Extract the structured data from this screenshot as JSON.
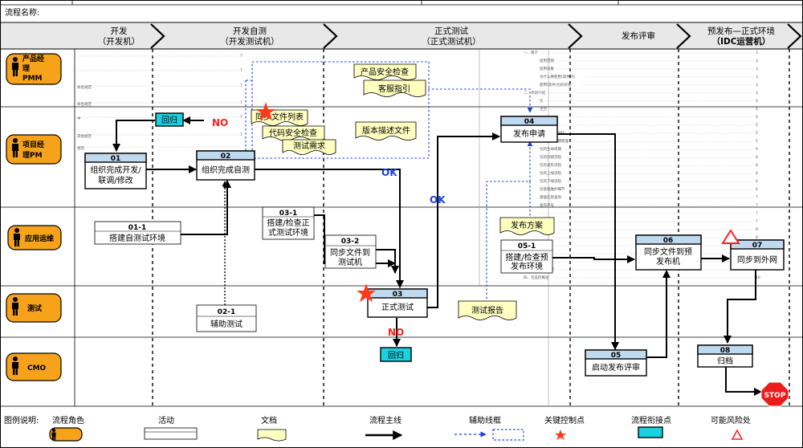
{
  "title_label": "流程名称:",
  "phases": [
    {
      "line1": "开发",
      "line2": "（开发机）"
    },
    {
      "line1": "开发自测",
      "line2": "（开发测试机）"
    },
    {
      "line1": "正式测试",
      "line2": "（正式测试机）"
    },
    {
      "line1": "发布评审",
      "line2": ""
    },
    {
      "line1": "预发布—正式环境",
      "line2": "（IDC运营机）"
    }
  ],
  "roles": [
    {
      "l1": "产品经",
      "l2": "理",
      "l3": "PMM"
    },
    {
      "l1": "项目经",
      "l2": "理PM",
      "l3": ""
    },
    {
      "l1": "应用运维",
      "l2": "",
      "l3": ""
    },
    {
      "l1": "测试",
      "l2": "",
      "l3": ""
    },
    {
      "l1": "CMO",
      "l2": "",
      "l3": ""
    }
  ],
  "activities": {
    "a01": {
      "num": "01",
      "l1": "组织完成开发/",
      "l2": "联调/修改"
    },
    "a02": {
      "num": "02",
      "l1": "组织完成自测",
      "l2": ""
    },
    "a03": {
      "num": "03",
      "l1": "正式测试",
      "l2": ""
    },
    "a04": {
      "num": "04",
      "l1": "发布申请",
      "l2": ""
    },
    "a05": {
      "num": "05",
      "l1": "启动发布评审",
      "l2": ""
    },
    "a06": {
      "num": "06",
      "l1": "同步文件到预",
      "l2": "发布机"
    },
    "a07": {
      "num": "07",
      "l1": "同步到外网",
      "l2": ""
    },
    "a08": {
      "num": "08",
      "l1": "归档",
      "l2": ""
    },
    "a011": {
      "num": "01-1",
      "l1": "搭建自测试环境",
      "l2": "",
      "l3": ""
    },
    "a021": {
      "num": "02-1",
      "l1": "辅助测试",
      "l2": "",
      "l3": ""
    },
    "a031": {
      "num": "03-1",
      "l1": "搭建/检查正",
      "l2": "式测试环境",
      "l3": ""
    },
    "a032": {
      "num": "03-2",
      "l1": "同步文件到",
      "l2": "测试机",
      "l3": ""
    },
    "a051": {
      "num": "05-1",
      "l1": "搭建/检查预",
      "l2": "发布环境",
      "l3": ""
    }
  },
  "docs": {
    "d1": "产品安全检查",
    "d2": "客服指引",
    "d3": "同步文件列表",
    "d4": "代码安全检查",
    "d5": "测试需求",
    "d6": "版本描述文件",
    "d7": "发布方案",
    "d8": "测试报告"
  },
  "connectors": {
    "c1": "回归",
    "c2": "回归"
  },
  "flow_labels": {
    "no1": "NO",
    "no2": "NO",
    "ok1": "OK",
    "ok2": "OK"
  },
  "stop_label": "STOP",
  "doc_snippets": {
    "s1": "命名规范",
    "s2": "命名规范",
    "s3": "中",
    "s4": "其他规范",
    "s5": "规范"
  },
  "outline": [
    "一、简介",
    "适用范围",
    "适用对象",
    "为什么要使用(软件)包",
    "使用(软件)包的好处",
    "二、术语介绍",
    "包",
    "主包",
    "",
    "",
    "发布模式的对比",
    "包的生命周期管理",
    "包的生命周期",
    "包的创建流程",
    "包的发布流程",
    "包的上线流程",
    "包的下线流程",
    "包管理维护细节",
    "基础信息查询",
    "发布单号",
    "",
    "发布示例",
    "服务号码",
    "",
    "",
    "",
    "",
    "部署规范",
    "四、包监控概述"
  ],
  "legend": {
    "title": "图例说明:",
    "role": "流程角色",
    "activity": "活动",
    "document": "文档",
    "mainline": "流程主线",
    "auxline": "辅助线框",
    "keypoint": "关键控制点",
    "connector": "流程衔接点",
    "risk": "可能风险处"
  },
  "colors": {
    "header_bg": "#e8e8e8",
    "role_fill": "#f7a21b",
    "activity_head": "#bfd9ee",
    "doc_fill": "#ffffc0",
    "connector_fill": "#19d2e0",
    "aux_blue": "#1a3fe0",
    "no_red": "#ff2020",
    "ok_blue": "#1a3fe0",
    "stop_red": "#ee1b1b"
  }
}
